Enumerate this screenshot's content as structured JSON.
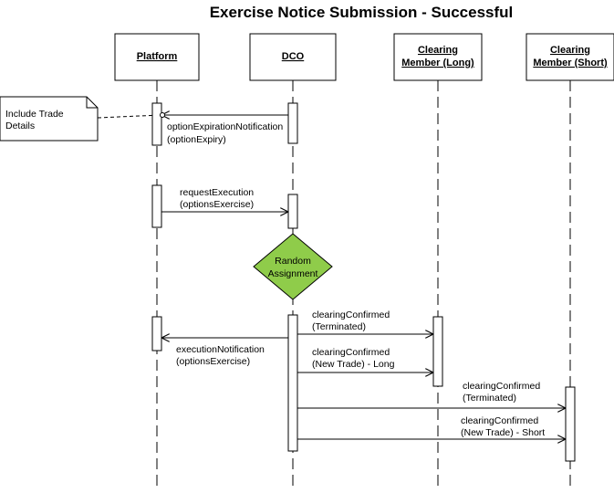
{
  "title": "Exercise Notice Submission - Successful",
  "lifelines": [
    {
      "id": "platform",
      "label": [
        "Platform"
      ]
    },
    {
      "id": "dco",
      "label": [
        "DCO"
      ]
    },
    {
      "id": "cm-long",
      "label": [
        "Clearing",
        "Member (Long)"
      ]
    },
    {
      "id": "cm-short",
      "label": [
        "Clearing",
        "Member (Short)"
      ]
    }
  ],
  "note": [
    "Include Trade",
    "Details"
  ],
  "decision": [
    "Random",
    "Assignment"
  ],
  "decision_color": "#8FCC4A",
  "messages": [
    {
      "id": "option-expiration-notification",
      "lines": [
        "optionExpirationNotification",
        "(optionExpiry)"
      ]
    },
    {
      "id": "request-execution",
      "lines": [
        "requestExecution",
        "(optionsExercise)"
      ]
    },
    {
      "id": "clearing-confirmed-terminated-long",
      "lines": [
        "clearingConfirmed",
        "(Terminated)"
      ]
    },
    {
      "id": "execution-notification",
      "lines": [
        "executionNotification",
        "(optionsExercise)"
      ]
    },
    {
      "id": "clearing-confirmed-new-trade-long",
      "lines": [
        "clearingConfirmed",
        "(New Trade) - Long"
      ]
    },
    {
      "id": "clearing-confirmed-terminated-short",
      "lines": [
        "clearingConfirmed",
        "(Terminated)"
      ]
    },
    {
      "id": "clearing-confirmed-new-trade-short",
      "lines": [
        "clearingConfirmed",
        "(New Trade) - Short"
      ]
    }
  ]
}
